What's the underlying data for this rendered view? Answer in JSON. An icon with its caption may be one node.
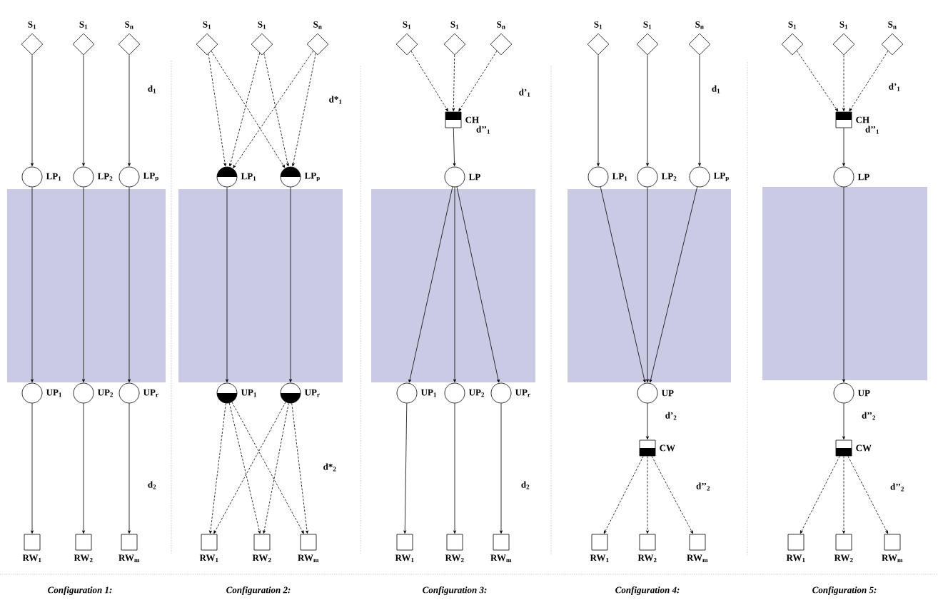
{
  "diagram": {
    "nodes": [
      {
        "text": [],
        "shape": "diamond",
        "beside": [
          "S$_{1}$"
        ]
      },
      {
        "text": [],
        "shape": "diamond",
        "beside": [
          "S$_{1}$"
        ]
      },
      {
        "text": [],
        "shape": "diamond",
        "beside": [
          "S$_{n}$"
        ]
      },
      {
        "text": [],
        "shape": "circle",
        "beside": [
          "LP$_{1}$"
        ]
      },
      {
        "text": [],
        "shape": "circle",
        "beside": [
          "LP$_{2}$"
        ]
      },
      {
        "text": [],
        "shape": "circle",
        "beside": [
          "LP$_{p}$"
        ]
      },
      {
        "text": [],
        "shape": "circle",
        "beside": [
          "UP$_{1}$"
        ]
      },
      {
        "text": [],
        "shape": "circle",
        "beside": [
          "UP$_{2}$"
        ]
      },
      {
        "text": [],
        "shape": "circle",
        "beside": [
          "UP$_{r}$"
        ]
      },
      {
        "text": [],
        "shape": "box",
        "beside": [
          "RW$_{1}$"
        ]
      },
      {
        "text": [],
        "shape": "box",
        "beside": [
          "RW$_{2}$"
        ]
      },
      {
        "text": [],
        "shape": "box",
        "beside": [
          "RW$_{m}$"
        ]
      },
      {
        "text": [],
        "shape": "diamond",
        "beside": [
          "S$_{1}$"
        ]
      },
      {
        "text": [],
        "shape": "diamond",
        "beside": [
          "S$_{1}$"
        ]
      },
      {
        "text": [],
        "shape": "diamond",
        "beside": [
          "S$_{n}$"
        ]
      },
      {
        "text": [],
        "shape": "circle",
        "beside": [
          "LP$_{1}$"
        ]
      },
      {
        "text": [],
        "shape": "circle",
        "beside": [
          "LP$_{p}$"
        ]
      },
      {
        "text": [],
        "shape": "circle",
        "beside": [
          "UP$_{1}$"
        ]
      },
      {
        "text": [],
        "shape": "circle",
        "beside": [
          "UP$_{r}$"
        ]
      },
      {
        "text": [],
        "shape": "box",
        "beside": [
          "RW$_{1}$"
        ]
      },
      {
        "text": [],
        "shape": "box",
        "beside": [
          "RW$_{2}$"
        ]
      },
      {
        "text": [],
        "shape": "box",
        "beside": [
          "RW$_{m}$"
        ]
      },
      {
        "text": [],
        "shape": "diamond",
        "beside": [
          "S$_{1}$"
        ]
      },
      {
        "text": [],
        "shape": "diamond",
        "beside": [
          "S$_{1}$"
        ]
      },
      {
        "text": [],
        "shape": "diamond",
        "beside": [
          "S$_{n}$"
        ]
      },
      {
        "text": [],
        "shape": "box",
        "beside": [
          "CH"
        ]
      },
      {
        "text": [],
        "shape": "circle",
        "beside": [
          "LP"
        ]
      },
      {
        "text": [],
        "shape": "circle",
        "beside": [
          "UP$_{1}$"
        ]
      },
      {
        "text": [],
        "shape": "circle",
        "beside": [
          "UP$_{2}$"
        ]
      },
      {
        "text": [],
        "shape": "circle",
        "beside": [
          "UP$_{r}$"
        ]
      },
      {
        "text": [],
        "shape": "box",
        "beside": [
          "RW$_{1}$"
        ]
      },
      {
        "text": [],
        "shape": "box",
        "beside": [
          "RW$_{2}$"
        ]
      },
      {
        "text": [],
        "shape": "box",
        "beside": [
          "RW$_{m}$"
        ]
      },
      {
        "text": [],
        "shape": "diamond",
        "beside": [
          "S$_{1}$"
        ]
      },
      {
        "text": [],
        "shape": "diamond",
        "beside": [
          "S$_{1}$"
        ]
      },
      {
        "text": [],
        "shape": "diamond",
        "beside": [
          "S$_{n}$"
        ]
      },
      {
        "text": [],
        "shape": "circle",
        "beside": [
          "LP$_{1}$"
        ]
      },
      {
        "text": [],
        "shape": "circle",
        "beside": [
          "LP$_{2}$"
        ]
      },
      {
        "text": [],
        "shape": "circle",
        "beside": [
          "LP$_{p}$"
        ]
      },
      {
        "text": [],
        "shape": "circle",
        "beside": [
          "UP"
        ]
      },
      {
        "text": [],
        "shape": "box",
        "beside": [
          "CW"
        ]
      },
      {
        "text": [],
        "shape": "box",
        "beside": [
          "RW$_{1}$"
        ]
      },
      {
        "text": [],
        "shape": "box",
        "beside": [
          "RW$_{2}$"
        ]
      },
      {
        "text": [],
        "shape": "box",
        "beside": [
          "RW$_{m}$"
        ]
      },
      {
        "text": [],
        "shape": "diamond",
        "beside": [
          "S$_{1}$"
        ]
      },
      {
        "text": [],
        "shape": "diamond",
        "beside": [
          "S$_{1}$"
        ]
      },
      {
        "text": [],
        "shape": "diamond",
        "beside": [
          "S$_{n}$"
        ]
      },
      {
        "text": [],
        "shape": "box",
        "beside": [
          "CH"
        ]
      },
      {
        "text": [],
        "shape": "circle",
        "beside": [
          "LP"
        ]
      },
      {
        "text": [],
        "shape": "circle",
        "beside": [
          "UP"
        ]
      },
      {
        "text": [],
        "shape": "box",
        "beside": [
          "CW"
        ]
      },
      {
        "text": [],
        "shape": "box",
        "beside": [
          "RW$_{1}$"
        ]
      },
      {
        "text": [],
        "shape": "box",
        "beside": [
          "RW$_{2}$"
        ]
      },
      {
        "text": [],
        "shape": "box",
        "beside": [
          "RW$_{m}$"
        ]
      }
    ],
    "edges": [
      {
        "from": 0,
        "to": 3,
        "arrow": "to"
      },
      {
        "from": 1,
        "to": 4,
        "arrow": "to"
      },
      {
        "from": 2,
        "to": 5,
        "arrow": "to"
      },
      {
        "from": 3,
        "to": 6,
        "arrow": "to"
      },
      {
        "from": 4,
        "to": 7,
        "arrow": "to"
      },
      {
        "from": 5,
        "to": 8,
        "arrow": "to"
      },
      {
        "from": 6,
        "to": 9,
        "arrow": "to"
      },
      {
        "from": 7,
        "to": 10,
        "arrow": "to"
      },
      {
        "from": 8,
        "to": 11,
        "arrow": "to"
      },
      {
        "from": 12,
        "to": 15,
        "arrow": "to",
        "style": "dashed"
      },
      {
        "from": 12,
        "to": 16,
        "arrow": "to",
        "style": "dashed"
      },
      {
        "from": 13,
        "to": 15,
        "arrow": "to",
        "style": "dashed"
      },
      {
        "from": 13,
        "to": 16,
        "arrow": "to",
        "style": "dashed"
      },
      {
        "from": 14,
        "to": 15,
        "arrow": "to",
        "style": "dashed"
      },
      {
        "from": 14,
        "to": 16,
        "arrow": "to",
        "style": "dashed"
      },
      {
        "from": 15,
        "to": 17,
        "arrow": "to"
      },
      {
        "from": 16,
        "to": 18,
        "arrow": "to"
      },
      {
        "from": 17,
        "to": 19,
        "arrow": "to",
        "style": "dashed"
      },
      {
        "from": 17,
        "to": 20,
        "arrow": "to",
        "style": "dashed"
      },
      {
        "from": 17,
        "to": 21,
        "arrow": "to",
        "style": "dashed"
      },
      {
        "from": 18,
        "to": 19,
        "arrow": "to",
        "style": "dashed"
      },
      {
        "from": 18,
        "to": 20,
        "arrow": "to",
        "style": "dashed"
      },
      {
        "from": 18,
        "to": 21,
        "arrow": "to",
        "style": "dashed"
      },
      {
        "from": 22,
        "to": 25,
        "arrow": "to",
        "style": "dashed"
      },
      {
        "from": 23,
        "to": 25,
        "arrow": "to",
        "style": "dashed"
      },
      {
        "from": 24,
        "to": 25,
        "arrow": "to",
        "style": "dashed"
      },
      {
        "from": 25,
        "to": 26,
        "arrow": "to"
      },
      {
        "from": 26,
        "to": 27,
        "arrow": "to"
      },
      {
        "from": 26,
        "to": 28,
        "arrow": "to"
      },
      {
        "from": 26,
        "to": 29,
        "arrow": "to"
      },
      {
        "from": 27,
        "to": 30,
        "arrow": "to"
      },
      {
        "from": 28,
        "to": 31,
        "arrow": "to"
      },
      {
        "from": 29,
        "to": 32,
        "arrow": "to"
      },
      {
        "from": 33,
        "to": 36,
        "arrow": "to"
      },
      {
        "from": 34,
        "to": 37,
        "arrow": "to"
      },
      {
        "from": 35,
        "to": 38,
        "arrow": "to"
      },
      {
        "from": 36,
        "to": 39,
        "arrow": "to"
      },
      {
        "from": 37,
        "to": 39,
        "arrow": "to"
      },
      {
        "from": 38,
        "to": 39,
        "arrow": "to"
      },
      {
        "from": 39,
        "to": 40,
        "arrow": "to"
      },
      {
        "from": 40,
        "to": 41,
        "arrow": "to",
        "style": "dashed"
      },
      {
        "from": 40,
        "to": 42,
        "arrow": "to",
        "style": "dashed"
      },
      {
        "from": 40,
        "to": 43,
        "arrow": "to",
        "style": "dashed"
      },
      {
        "from": 44,
        "to": 47,
        "arrow": "to",
        "style": "dashed"
      },
      {
        "from": 45,
        "to": 47,
        "arrow": "to",
        "style": "dashed"
      },
      {
        "from": 46,
        "to": 47,
        "arrow": "to",
        "style": "dashed"
      },
      {
        "from": 47,
        "to": 48,
        "arrow": "to"
      },
      {
        "from": 48,
        "to": 49,
        "arrow": "to"
      },
      {
        "from": 49,
        "to": 50,
        "arrow": "to"
      },
      {
        "from": 50,
        "to": 51,
        "arrow": "to",
        "style": "dashed"
      },
      {
        "from": 50,
        "to": 52,
        "arrow": "to",
        "style": "dashed"
      },
      {
        "from": 50,
        "to": 53,
        "arrow": "to",
        "style": "dashed"
      }
    ],
    "labels": [
      "d$_{1}$",
      "d*$_{1}$",
      "d’$_{1}$",
      "d$_{1}$",
      "d’$_{1}$",
      "d’’$_{1}$",
      "d’’$_{1}$",
      "d’$_{2}$",
      "d’’$_{2}$",
      "d$_{2}$",
      "d*$_{2}$",
      "d$_{2}$",
      "d’’$_{2}$",
      "d’’$_{2}$",
      "Configuration 1:",
      "Configuration 2:",
      "Configuration 3:",
      "Configuration 4:",
      "Configuration 5:"
    ]
  }
}
